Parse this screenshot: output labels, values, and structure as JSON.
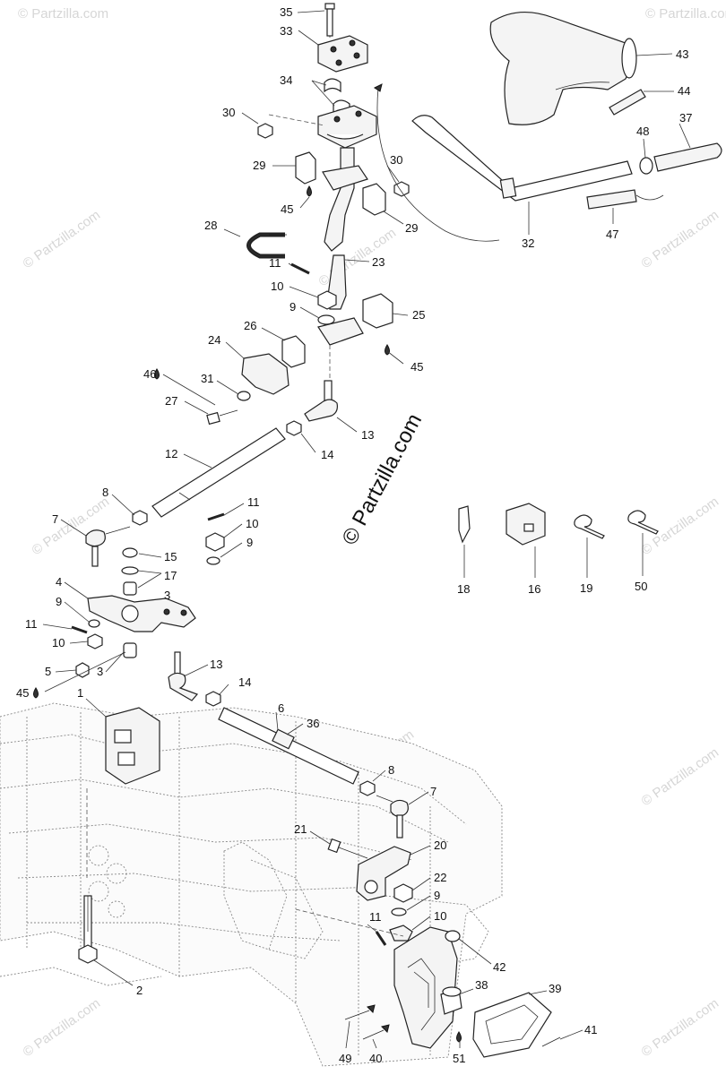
{
  "watermark": {
    "text": "© Partzilla.com"
  },
  "callouts": [
    {
      "id": "35",
      "text": "35"
    },
    {
      "id": "33",
      "text": "33"
    },
    {
      "id": "34",
      "text": "34"
    },
    {
      "id": "30a",
      "text": "30"
    },
    {
      "id": "29a",
      "text": "29"
    },
    {
      "id": "30b",
      "text": "30"
    },
    {
      "id": "45a",
      "text": "45"
    },
    {
      "id": "29b",
      "text": "29"
    },
    {
      "id": "28",
      "text": "28"
    },
    {
      "id": "11a",
      "text": "11"
    },
    {
      "id": "23",
      "text": "23"
    },
    {
      "id": "10a",
      "text": "10"
    },
    {
      "id": "9a",
      "text": "9"
    },
    {
      "id": "25",
      "text": "25"
    },
    {
      "id": "26",
      "text": "26"
    },
    {
      "id": "24",
      "text": "24"
    },
    {
      "id": "45b",
      "text": "45"
    },
    {
      "id": "46a",
      "text": "46"
    },
    {
      "id": "31",
      "text": "31"
    },
    {
      "id": "27",
      "text": "27"
    },
    {
      "id": "13a",
      "text": "13"
    },
    {
      "id": "14a",
      "text": "14"
    },
    {
      "id": "12",
      "text": "12"
    },
    {
      "id": "8a",
      "text": "8"
    },
    {
      "id": "11b",
      "text": "11"
    },
    {
      "id": "7a",
      "text": "7"
    },
    {
      "id": "10b",
      "text": "10"
    },
    {
      "id": "15",
      "text": "15"
    },
    {
      "id": "9b",
      "text": "9"
    },
    {
      "id": "17",
      "text": "17"
    },
    {
      "id": "3a",
      "text": "3"
    },
    {
      "id": "4",
      "text": "4"
    },
    {
      "id": "9c",
      "text": "9"
    },
    {
      "id": "11c",
      "text": "11"
    },
    {
      "id": "10c",
      "text": "10"
    },
    {
      "id": "5",
      "text": "5"
    },
    {
      "id": "3b",
      "text": "3"
    },
    {
      "id": "13b",
      "text": "13"
    },
    {
      "id": "45c",
      "text": "45"
    },
    {
      "id": "1",
      "text": "1"
    },
    {
      "id": "14b",
      "text": "14"
    },
    {
      "id": "6",
      "text": "6"
    },
    {
      "id": "36",
      "text": "36"
    },
    {
      "id": "8b",
      "text": "8"
    },
    {
      "id": "7b",
      "text": "7"
    },
    {
      "id": "21",
      "text": "21"
    },
    {
      "id": "20",
      "text": "20"
    },
    {
      "id": "22",
      "text": "22"
    },
    {
      "id": "9d",
      "text": "9"
    },
    {
      "id": "11d",
      "text": "11"
    },
    {
      "id": "10d",
      "text": "10"
    },
    {
      "id": "42",
      "text": "42"
    },
    {
      "id": "2",
      "text": "2"
    },
    {
      "id": "38",
      "text": "38"
    },
    {
      "id": "39",
      "text": "39"
    },
    {
      "id": "41",
      "text": "41"
    },
    {
      "id": "49",
      "text": "49"
    },
    {
      "id": "40",
      "text": "40"
    },
    {
      "id": "51",
      "text": "51"
    },
    {
      "id": "43",
      "text": "43"
    },
    {
      "id": "44",
      "text": "44"
    },
    {
      "id": "37",
      "text": "37"
    },
    {
      "id": "48",
      "text": "48"
    },
    {
      "id": "32",
      "text": "32"
    },
    {
      "id": "47",
      "text": "47"
    },
    {
      "id": "18",
      "text": "18"
    },
    {
      "id": "16",
      "text": "16"
    },
    {
      "id": "19",
      "text": "19"
    },
    {
      "id": "50",
      "text": "50"
    }
  ]
}
